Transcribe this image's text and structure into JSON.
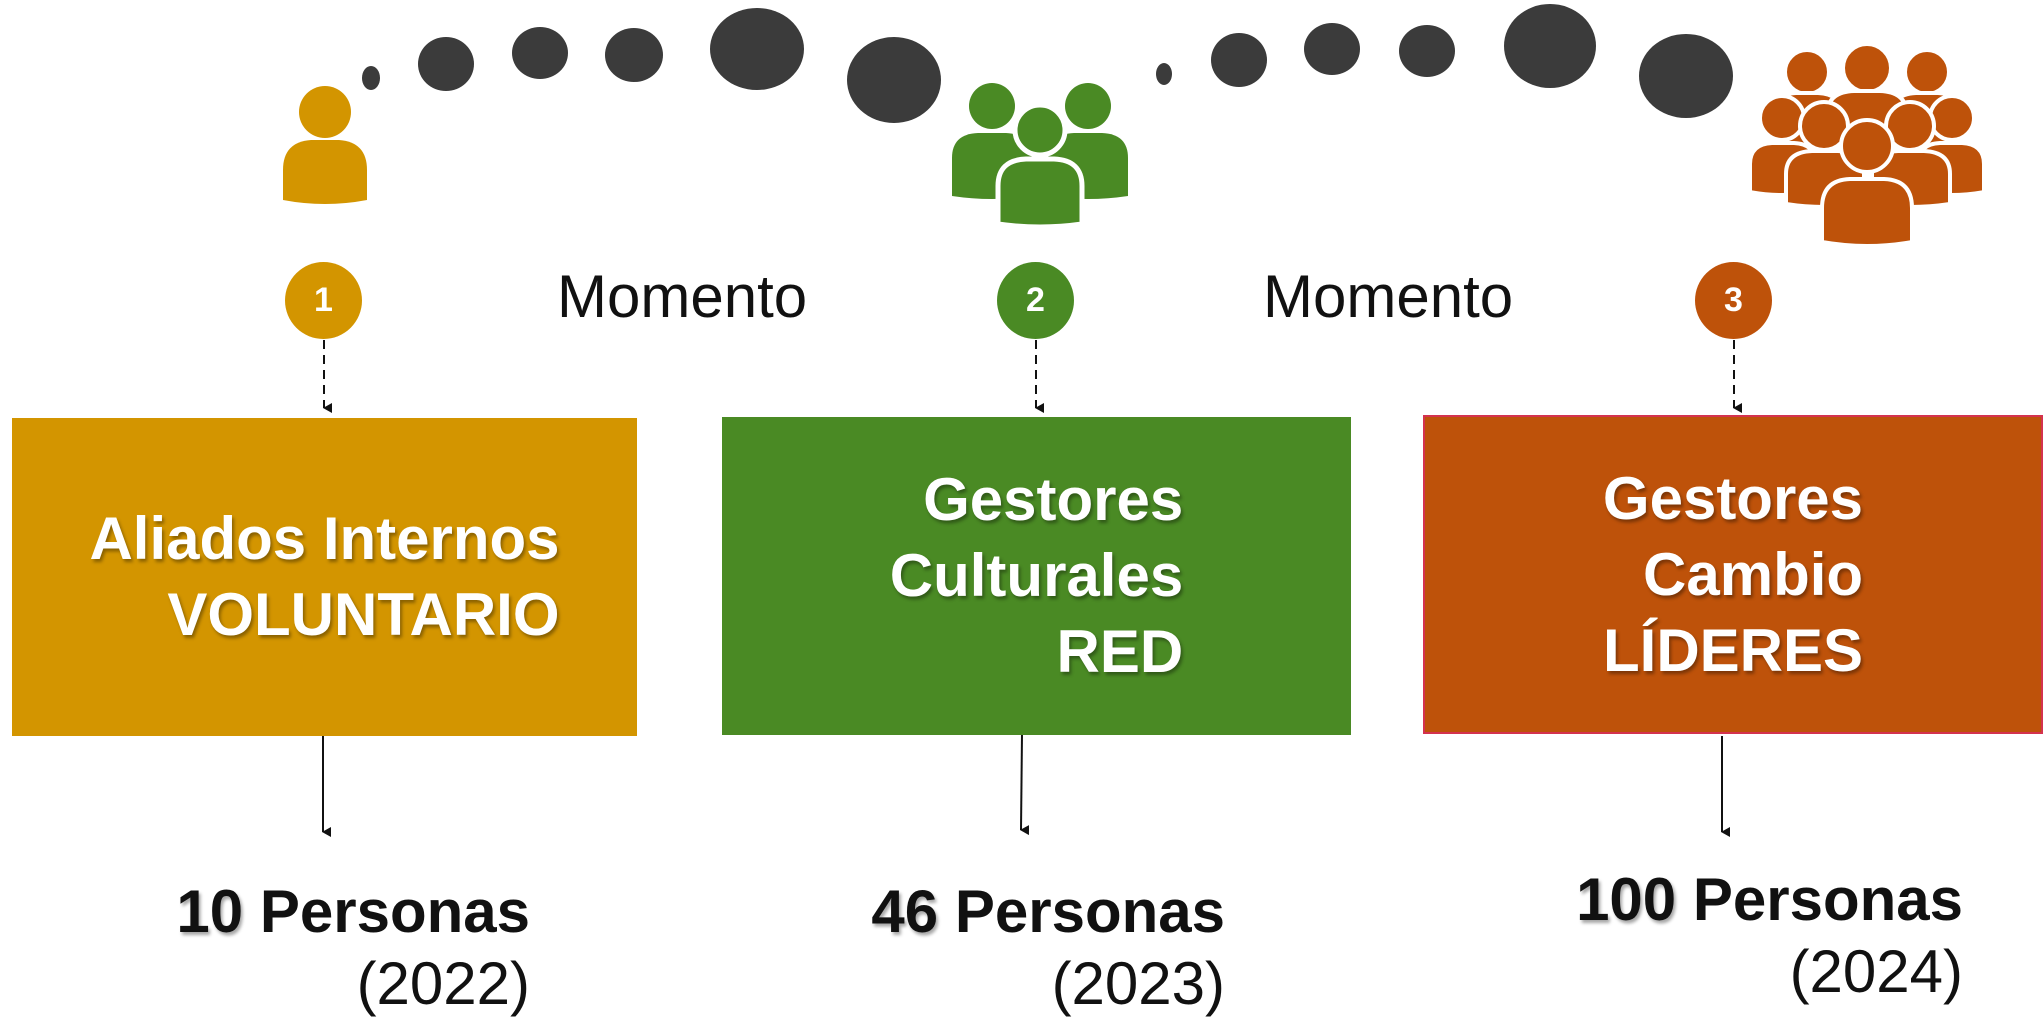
{
  "colors": {
    "stage1": "#d39500",
    "stage2": "#4a8a24",
    "stage3": "#be520a",
    "bubbles": "#3b3b3b"
  },
  "stages": [
    {
      "step": "1",
      "icon": "single-person-icon",
      "lines": [
        "Aliados Internos",
        "VOLUNTARIO"
      ],
      "count": "10",
      "count_label": "Personas",
      "year": "(2022)"
    },
    {
      "step": "2",
      "icon": "group-people-icon",
      "lines": [
        "Gestores",
        "Culturales",
        "RED"
      ],
      "count": "46",
      "count_label": "Personas",
      "year": "(2023)"
    },
    {
      "step": "3",
      "icon": "crowd-people-icon",
      "lines": [
        "Gestores",
        "Cambio",
        "LÍDERES"
      ],
      "count": "100",
      "count_label": "Personas",
      "year": "(2024)"
    }
  ],
  "moments": [
    "Momento",
    "Momento"
  ]
}
